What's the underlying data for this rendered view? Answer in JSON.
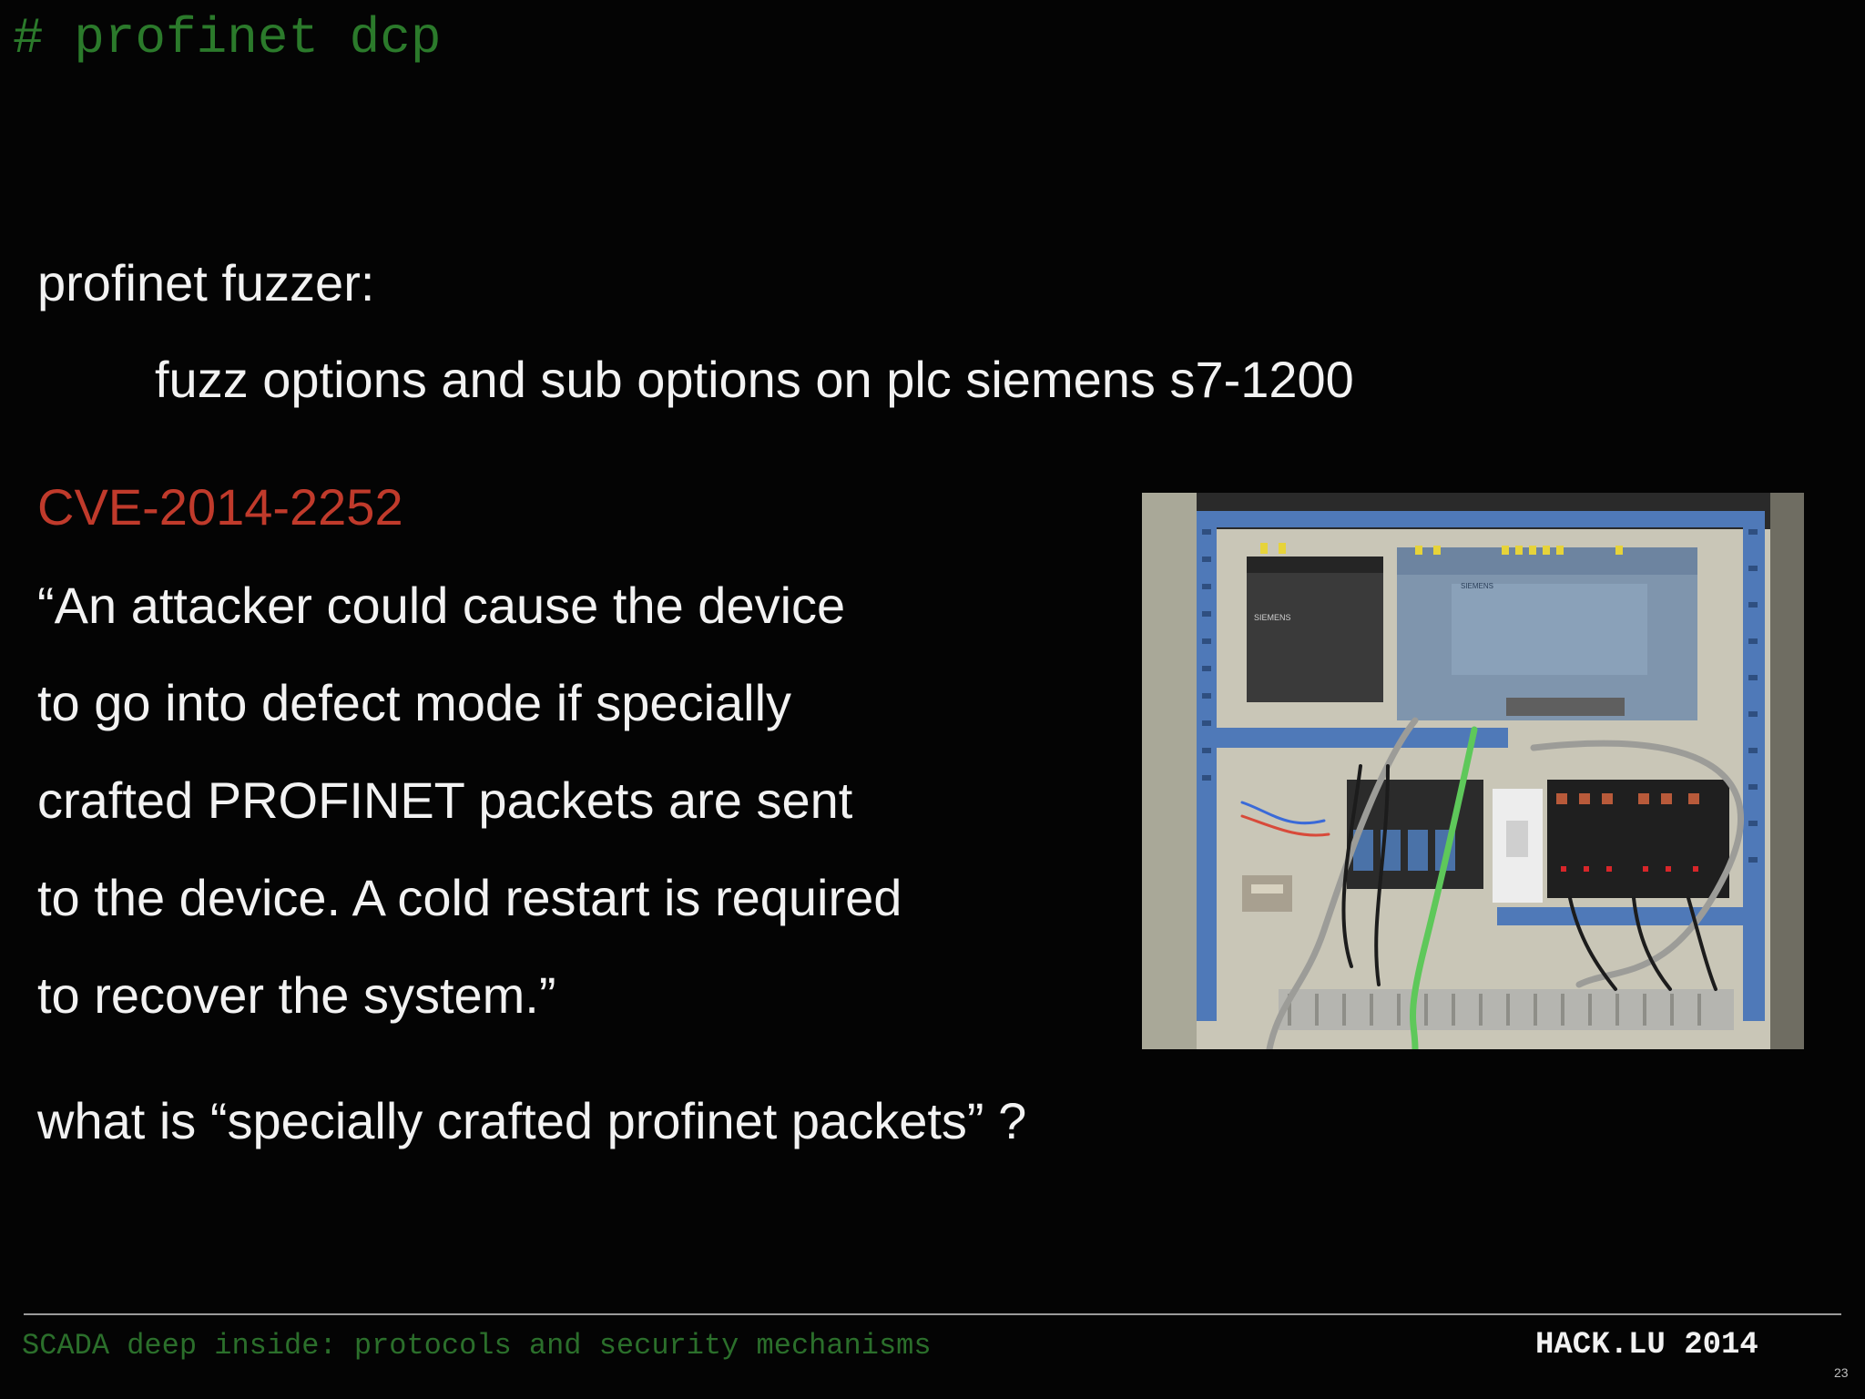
{
  "heading": "# profinet dcp",
  "fuzzer_label": "profinet fuzzer:",
  "fuzzer_detail": "fuzz options and sub options on plc siemens s7-1200",
  "cve_id": "CVE-2014-2252",
  "quote_lines": [
    "“An attacker could cause the device",
    "to go into defect mode if specially",
    "crafted PROFINET packets are sent",
    "to the device. A cold restart is required",
    "to recover the system.”"
  ],
  "question": "what is “specially crafted profinet packets” ?",
  "photo": {
    "label_plc": "SIEMENS",
    "label_psu": "SIEMENS"
  },
  "footer": {
    "left": "SCADA deep inside: protocols and security mechanisms",
    "right": "HACK.LU 2014",
    "page_number": "23"
  },
  "colors": {
    "background": "#040404",
    "heading": "#2b7a2b",
    "cve": "#c03a2b",
    "body_text": "#f2f2f2"
  }
}
